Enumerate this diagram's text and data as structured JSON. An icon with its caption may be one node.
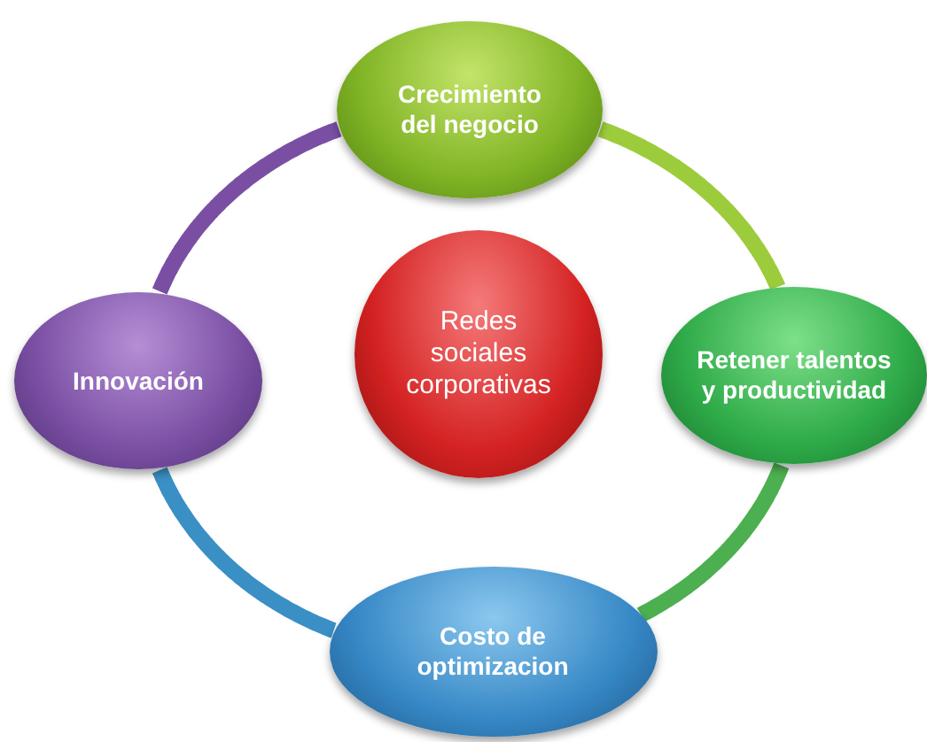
{
  "diagram": {
    "nodes": [
      {
        "text": [
          "Crecimiento del negocio"
        ]
      },
      {
        "text": [
          "Retener talentos y productividad"
        ]
      },
      {
        "text": [
          "Costo de optimizacion"
        ]
      },
      {
        "text": [
          "Innovación"
        ]
      },
      {
        "text": [
          "Redes sociales corporativas"
        ]
      }
    ],
    "edges": [
      {
        "from": 0,
        "to": 1,
        "arrow": "none",
        "color": "#9ccc3c"
      },
      {
        "from": 1,
        "to": 2,
        "arrow": "none",
        "color": "#4caf50"
      },
      {
        "from": 2,
        "to": 3,
        "arrow": "none",
        "color": "#3a8fc4"
      },
      {
        "from": 3,
        "to": 0,
        "arrow": "none",
        "color": "#7a4fa3"
      }
    ]
  }
}
